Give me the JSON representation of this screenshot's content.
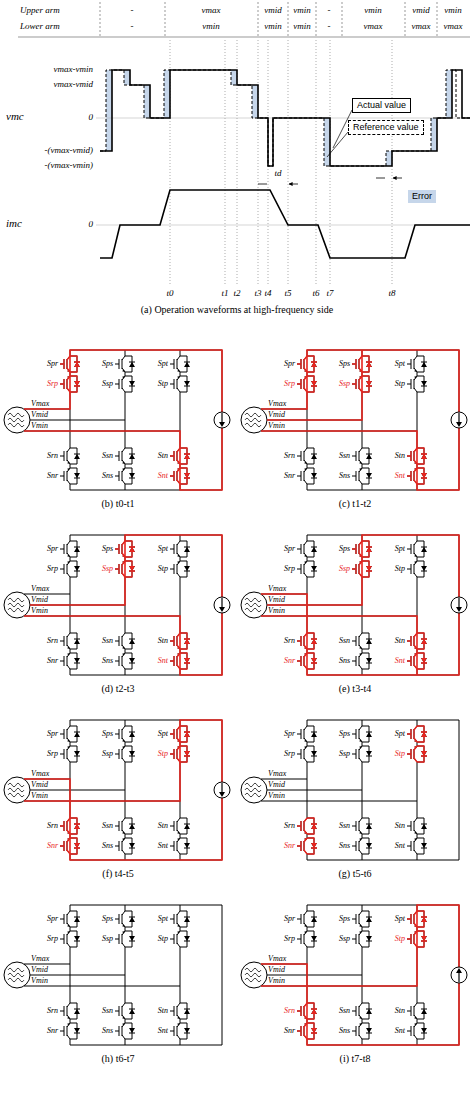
{
  "diagram": {
    "nodes": [
      {
        "text": [
          "Actual value"
        ]
      },
      {
        "text": [
          "Reference value"
        ]
      },
      {
        "text": [
          "Error"
        ]
      }
    ],
    "labels": [
      "Upper arm",
      "Lower arm",
      "-",
      "vmax",
      "vmid",
      "vmin",
      "-",
      "vmin",
      "vmid",
      "vmin",
      "-",
      "vmin",
      "vmin",
      "vmin",
      "-",
      "vmax",
      "vmax",
      "vmax",
      "vmc",
      "vmax-vmin",
      "vmax-vmid",
      "0",
      "-(vmax-vmid)",
      "-(vmax-vmin)",
      "imc",
      "0",
      "t0",
      "t1",
      "t2",
      "t3",
      "t4",
      "t5",
      "t6",
      "t7",
      "t8",
      "td",
      "(a) Operation waveforms at high-frequency side",
      "Spr",
      "Srp",
      "Sps",
      "Ssp",
      "Spt",
      "Stp",
      "Srn",
      "Snr",
      "Ssn",
      "Sns",
      "Stn",
      "Snt",
      "Vmax",
      "Vmid",
      "Vmin",
      "(b) t0-t1",
      "Spr",
      "Srp",
      "Sps",
      "Ssp",
      "Spt",
      "Stp",
      "Srn",
      "Snr",
      "Ssn",
      "Sns",
      "Stn",
      "Snt",
      "Vmax",
      "Vmid",
      "Vmin",
      "(c) t1-t2",
      "Spr",
      "Srp",
      "Sps",
      "Ssp",
      "Spt",
      "Stp",
      "Srn",
      "Snr",
      "Ssn",
      "Sns",
      "Stn",
      "Snt",
      "Vmax",
      "Vmid",
      "Vmin",
      "(d) t2-t3",
      "Spr",
      "Srp",
      "Sps",
      "Ssp",
      "Spt",
      "Stp",
      "Srn",
      "Snr",
      "Ssn",
      "Sns",
      "Stn",
      "Snt",
      "Vmax",
      "Vmid",
      "Vmin",
      "(e) t3-t4",
      "Spr",
      "Srp",
      "Sps",
      "Ssp",
      "Spt",
      "Stp",
      "Srn",
      "Snr",
      "Ssn",
      "Sns",
      "Stn",
      "Snt",
      "Vmax",
      "Vmid",
      "Vmin",
      "(f) t4-t5",
      "Spr",
      "Srp",
      "Sps",
      "Ssp",
      "Spt",
      "Stp",
      "Srn",
      "Snr",
      "Ssn",
      "Sns",
      "Stn",
      "Snt",
      "Vmax",
      "Vmid",
      "Vmin",
      "(g) t5-t6",
      "Spr",
      "Srp",
      "Sps",
      "Ssp",
      "Spt",
      "Stp",
      "Srn",
      "Snr",
      "Ssn",
      "Sns",
      "Stn",
      "Snt",
      "Vmax",
      "Vmid",
      "Vmin",
      "(h) t6-t7",
      "Spr",
      "Srp",
      "Sps",
      "Ssp",
      "Spt",
      "Stp",
      "Srn",
      "Snr",
      "Ssn",
      "Sns",
      "Stn",
      "Snt",
      "Vmax",
      "Vmid",
      "Vmin",
      "(i) t7-t8"
    ]
  }
}
